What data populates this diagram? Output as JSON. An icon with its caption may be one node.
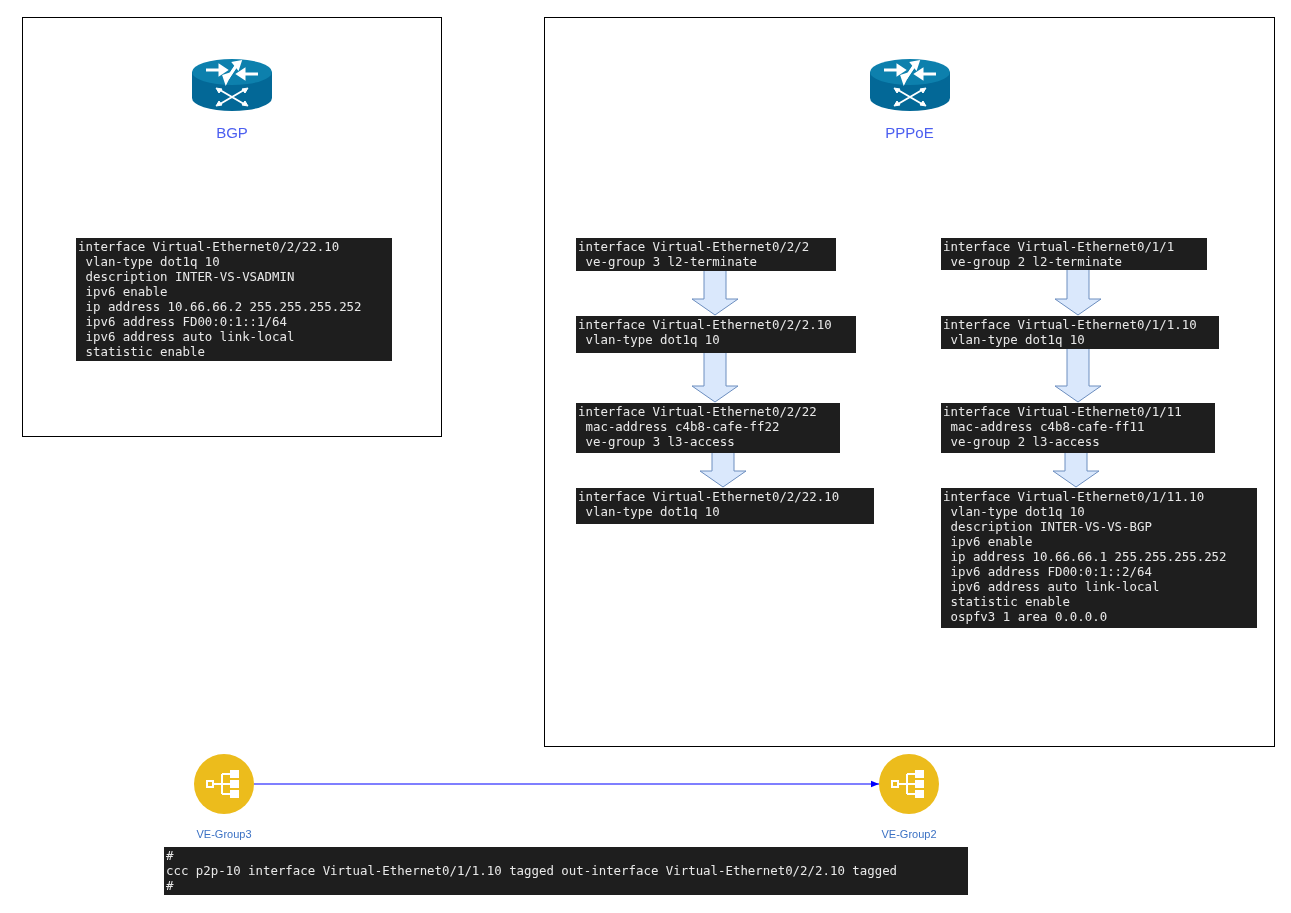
{
  "diagram": {
    "nodes": [
      {
        "text": [
          "BGP"
        ]
      },
      {
        "text": [
          "interface Virtual-Ethernet0/2/22.10",
          "vlan-type dot1q 10",
          "description INTER-VS-VSADMIN",
          "ipv6 enable",
          "ip address 10.66.66.2 255.255.255.252",
          "ipv6 address FD00:0:1::1/64",
          "ipv6 address auto link-local",
          "statistic enable"
        ],
        "in": 0
      },
      {
        "text": [
          "PPPoE"
        ]
      },
      {
        "text": [
          "interface Virtual-Ethernet0/2/2",
          "ve-group 3 l2-terminate"
        ],
        "in": 2
      },
      {
        "text": [
          "interface Virtual-Ethernet0/2/2.10",
          "vlan-type dot1q 10"
        ],
        "in": 2
      },
      {
        "text": [
          "interface Virtual-Ethernet0/2/22",
          "mac-address c4b8-cafe-ff22",
          "ve-group 3 l3-access"
        ],
        "in": 2
      },
      {
        "text": [
          "interface Virtual-Ethernet0/2/22.10",
          "vlan-type dot1q 10"
        ],
        "in": 2
      },
      {
        "text": [
          "interface Virtual-Ethernet0/1/1",
          "ve-group 2 l2-terminate"
        ],
        "in": 2
      },
      {
        "text": [
          "interface Virtual-Ethernet0/1/1.10",
          "vlan-type dot1q 10"
        ],
        "in": 2
      },
      {
        "text": [
          "interface Virtual-Ethernet0/1/11",
          "mac-address c4b8-cafe-ff11",
          "ve-group 2 l3-access"
        ],
        "in": 2
      },
      {
        "text": [
          "interface Virtual-Ethernet0/1/11.10",
          "vlan-type dot1q 10",
          "description INTER-VS-VS-BGP",
          "ipv6 enable",
          "ip address 10.66.66.1 255.255.255.252",
          "ipv6 address FD00:0:1::2/64",
          "ipv6 address auto link-local",
          "statistic enable",
          "ospfv3 1 area 0.0.0.0"
        ],
        "in": 2
      },
      {
        "text": [
          "VE-Group3"
        ]
      },
      {
        "text": [
          "VE-Group2"
        ]
      },
      {
        "text": [
          "#",
          "ccc p2p-10 interface Virtual-Ethernet0/1/1.10 tagged out-interface Virtual-Ethernet0/2/2.10 tagged",
          "#"
        ]
      }
    ],
    "edges": [
      {
        "from": 3,
        "to": 4,
        "arrow": "to",
        "style": "thick"
      },
      {
        "from": 4,
        "to": 5,
        "arrow": "to",
        "style": "thick"
      },
      {
        "from": 5,
        "to": 6,
        "arrow": "to",
        "style": "thick"
      },
      {
        "from": 7,
        "to": 8,
        "arrow": "to",
        "style": "thick"
      },
      {
        "from": 8,
        "to": 9,
        "arrow": "to",
        "style": "thick"
      },
      {
        "from": 9,
        "to": 10,
        "arrow": "to",
        "style": "thick"
      },
      {
        "from": 11,
        "to": 12,
        "arrow": "to",
        "color": "#0000ff"
      }
    ]
  }
}
